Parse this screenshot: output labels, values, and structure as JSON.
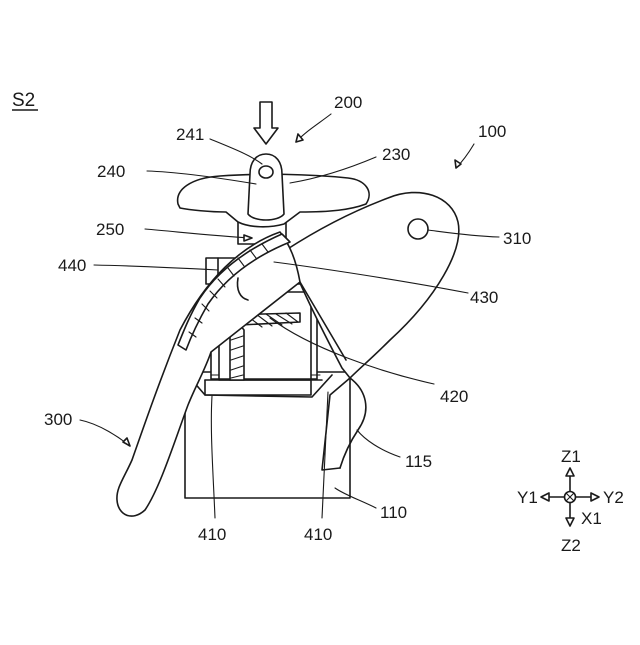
{
  "figure_label": "S2",
  "labels": {
    "l100": "100",
    "l200": "200",
    "l230": "230",
    "l240": "240",
    "l241": "241",
    "l250": "250",
    "l310": "310",
    "l300": "300",
    "l440": "440",
    "l430": "430",
    "l420": "420",
    "l410a": "410",
    "l410b": "410",
    "l110": "110",
    "l115": "115"
  },
  "axes": {
    "z1": "Z1",
    "z2": "Z2",
    "y1": "Y1",
    "y2": "Y2",
    "x1": "X1"
  }
}
